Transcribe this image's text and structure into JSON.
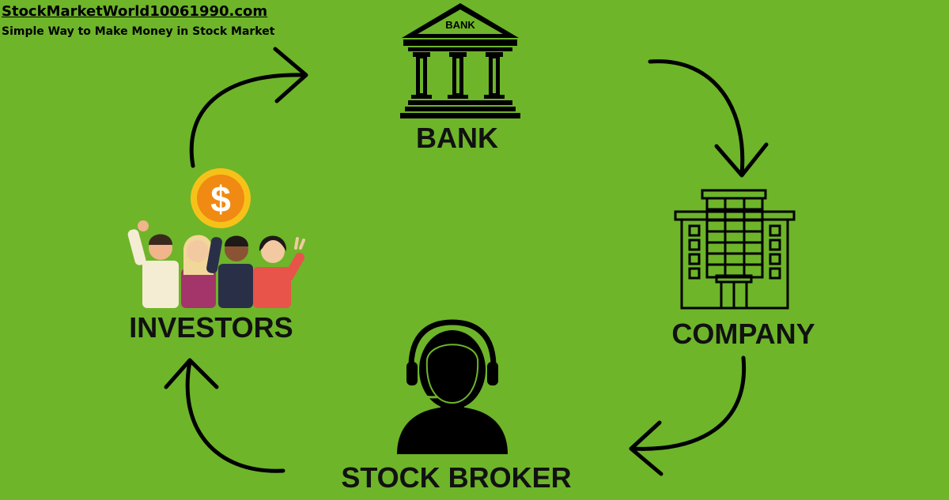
{
  "header": {
    "site_title": "StockMarketWorld10061990.com",
    "tagline": "Simple Way to Make Money in Stock Market"
  },
  "nodes": {
    "bank": {
      "label": "BANK",
      "sign": "BANK",
      "icon": "bank-building-icon"
    },
    "company": {
      "label": "COMPANY",
      "icon": "office-building-icon"
    },
    "stock_broker": {
      "label": "STOCK BROKER",
      "icon": "headset-operator-icon"
    },
    "investors": {
      "label": "INVESTORS",
      "icon": "investors-group-icon",
      "coin_symbol": "$"
    }
  },
  "flow": [
    "investors",
    "bank",
    "company",
    "stock_broker",
    "investors"
  ],
  "colors": {
    "background": "#6eb52a",
    "ink": "#000000",
    "coin": "#f6a21a",
    "coin_inner": "#f08a12"
  }
}
